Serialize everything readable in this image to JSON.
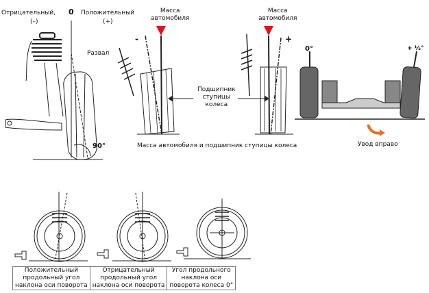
{
  "camber": {
    "negative": "Отрицательный,",
    "negative_sign": "(–)",
    "zero": "0",
    "positive": "Положительный",
    "positive_sign": "(+)",
    "camber_label": "Развал",
    "angle_90": "90°"
  },
  "load": {
    "mass_label_1": "Масса",
    "mass_label_2": "автомобиля",
    "minus_sign": "-",
    "plus_sign": "+",
    "bearing_1": "Подшипник",
    "bearing_2": "ступицы",
    "bearing_3": "колеса",
    "caption": "Масса автомобиля и подшипник ступицы колеса",
    "marker_color": "#e0141e"
  },
  "pull": {
    "left_angle": "0°",
    "right_angle": "+ ½°",
    "caption": "Увод вправо",
    "arrow_color": "#e2732c"
  },
  "caster": {
    "items": [
      {
        "line1": "Положительный",
        "line2": "продольный угол",
        "line3": "наклона оси поворота"
      },
      {
        "line1": "Отрицательный",
        "line2": "продольный угол",
        "line3": "наклона оси поворота"
      },
      {
        "line1": "Угол продольного",
        "line2": "наклона оси",
        "line3": "поворота колеса 0°"
      }
    ]
  }
}
